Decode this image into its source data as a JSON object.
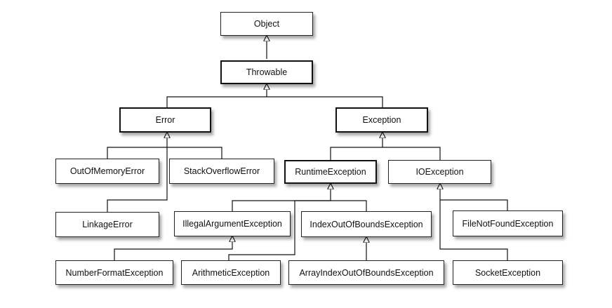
{
  "diagram": {
    "nodes": {
      "object": "Object",
      "throwable": "Throwable",
      "error": "Error",
      "exception": "Exception",
      "out_of_memory_error": "OutOfMemoryError",
      "stack_overflow_error": "StackOverflowError",
      "runtime_exception": "RuntimeException",
      "io_exception": "IOException",
      "linkage_error": "LinkageError",
      "illegal_argument_exception": "IllegalArgumentException",
      "index_out_of_bounds_exception": "IndexOutOfBoundsException",
      "file_not_found_exception": "FileNotFoundException",
      "number_format_exception": "NumberFormatException",
      "arithmetic_exception": "ArithmeticException",
      "array_index_out_of_bounds_exception": "ArrayIndexOutOfBoundsException",
      "socket_exception": "SocketException"
    },
    "inheritance": [
      {
        "child": "throwable",
        "parent": "object"
      },
      {
        "child": "error",
        "parent": "throwable"
      },
      {
        "child": "exception",
        "parent": "throwable"
      },
      {
        "child": "out_of_memory_error",
        "parent": "error"
      },
      {
        "child": "stack_overflow_error",
        "parent": "error"
      },
      {
        "child": "linkage_error",
        "parent": "error"
      },
      {
        "child": "runtime_exception",
        "parent": "exception"
      },
      {
        "child": "io_exception",
        "parent": "exception"
      },
      {
        "child": "illegal_argument_exception",
        "parent": "runtime_exception"
      },
      {
        "child": "index_out_of_bounds_exception",
        "parent": "runtime_exception"
      },
      {
        "child": "arithmetic_exception",
        "parent": "runtime_exception"
      },
      {
        "child": "number_format_exception",
        "parent": "illegal_argument_exception"
      },
      {
        "child": "array_index_out_of_bounds_exception",
        "parent": "index_out_of_bounds_exception"
      },
      {
        "child": "file_not_found_exception",
        "parent": "io_exception"
      },
      {
        "child": "socket_exception",
        "parent": "io_exception"
      }
    ]
  }
}
